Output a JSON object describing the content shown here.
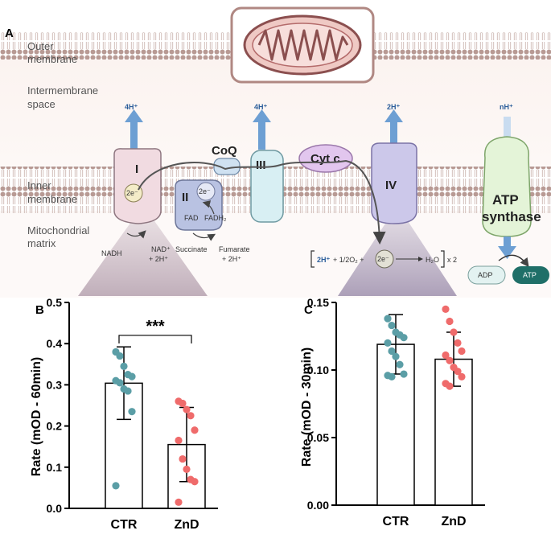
{
  "diagram": {
    "panel_label": "A",
    "outer_membrane": [
      "Outer",
      "membrane"
    ],
    "intermembrane_space": [
      "Intermembrane",
      "space"
    ],
    "inner_membrane": [
      "Inner",
      "membrane"
    ],
    "matrix": [
      "Mitochondrial",
      "matrix"
    ],
    "complex_I": "I",
    "complex_II": "II",
    "complex_III": "III",
    "complex_IV": "IV",
    "coq": "CoQ",
    "cytc": "Cyt c",
    "atp_synthase": [
      "ATP",
      "synthase"
    ],
    "electron": "2e⁻",
    "h_I": "4H⁺",
    "h_III": "4H⁺",
    "h_IV": "2H⁺",
    "h_atp": "nH⁺",
    "nadh": "NADH",
    "nad": "NAD⁺",
    "nad_h": "+ 2H⁺",
    "fad": "FAD",
    "fadh2": "FADH₂",
    "succinate": "Succinate",
    "fumarate": "Fumarate",
    "fumarate_h": "+ 2H⁺",
    "rxn_h": "2H⁺",
    "rxn_mid": "+ 1/2O₂ +",
    "rxn_product": "H₂O",
    "rxn_times": "x 2",
    "adp": "ADP",
    "atp": "ATP",
    "colors": {
      "membrane_head": "#b89a94",
      "complex_I": "#f1dbe1",
      "complex_II": "#b9c2e2",
      "complex_III": "#d8eff3",
      "cytc": "#e2c6ee",
      "complex_IV": "#ccc8ea",
      "atp_synthase": "#e4f4d8",
      "proton_arrow": "#6d9fd3",
      "atp_badge": "#1f6f68"
    }
  },
  "chart_data": [
    {
      "type": "bar",
      "panel_label": "B",
      "categories": [
        "CTR",
        "ZnD"
      ],
      "values": [
        0.304,
        0.155
      ],
      "errors": [
        0.088,
        0.09
      ],
      "points": [
        [
          0.38,
          0.37,
          0.345,
          0.325,
          0.32,
          0.31,
          0.305,
          0.29,
          0.285,
          0.235,
          0.055
        ],
        [
          0.26,
          0.255,
          0.24,
          0.225,
          0.19,
          0.165,
          0.12,
          0.095,
          0.07,
          0.065,
          0.015
        ]
      ],
      "point_colors": [
        "#5b9ea6",
        "#ef6b6b"
      ],
      "ylabel": "Rate (mOD - 60min)",
      "ylim": [
        0,
        0.5
      ],
      "yticks": [
        "0.0",
        "0.1",
        "0.2",
        "0.3",
        "0.4",
        "0.5"
      ],
      "significance": "***"
    },
    {
      "type": "bar",
      "panel_label": "C",
      "categories": [
        "CTR",
        "ZnD"
      ],
      "values": [
        0.119,
        0.108
      ],
      "errors": [
        0.022,
        0.02
      ],
      "points": [
        [
          0.138,
          0.133,
          0.128,
          0.126,
          0.124,
          0.12,
          0.114,
          0.11,
          0.104,
          0.097,
          0.096,
          0.095
        ],
        [
          0.145,
          0.136,
          0.128,
          0.12,
          0.114,
          0.111,
          0.107,
          0.102,
          0.099,
          0.095,
          0.09,
          0.088
        ]
      ],
      "point_colors": [
        "#5b9ea6",
        "#ef6b6b"
      ],
      "ylabel": "Rate (mOD - 30min)",
      "ylim": [
        0,
        0.15
      ],
      "yticks": [
        "0.00",
        "0.05",
        "0.10",
        "0.15"
      ],
      "significance": ""
    }
  ]
}
